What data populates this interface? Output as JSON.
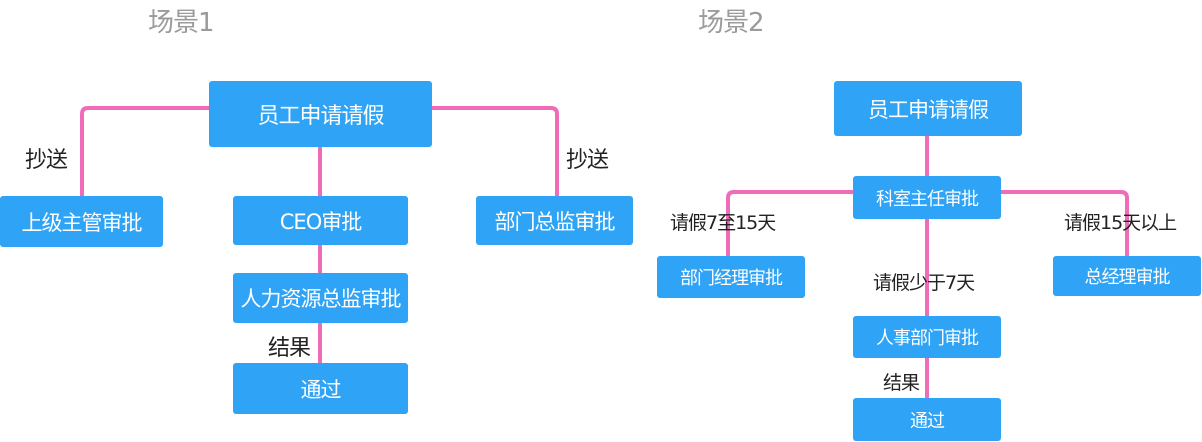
{
  "scene1": {
    "title": "场景1",
    "root": "员工申请请假",
    "left": "上级主管审批",
    "center": "CEO审批",
    "right": "部门总监审批",
    "hr": "人力资源总监审批",
    "result": "通过",
    "edge_left": "抄送",
    "edge_right": "抄送",
    "edge_result": "结果"
  },
  "scene2": {
    "title": "场景2",
    "root": "员工申请请假",
    "section": "科室主任审批",
    "left": "部门经理审批",
    "right": "总经理审批",
    "hr": "人事部门审批",
    "result": "通过",
    "edge_left": "请假7至15天",
    "edge_right": "请假15天以上",
    "edge_center": "请假少于7天",
    "edge_result": "结果"
  },
  "colors": {
    "node": "#2fa3f5",
    "connector": "#f06cb8",
    "title": "#9b9b9b"
  }
}
